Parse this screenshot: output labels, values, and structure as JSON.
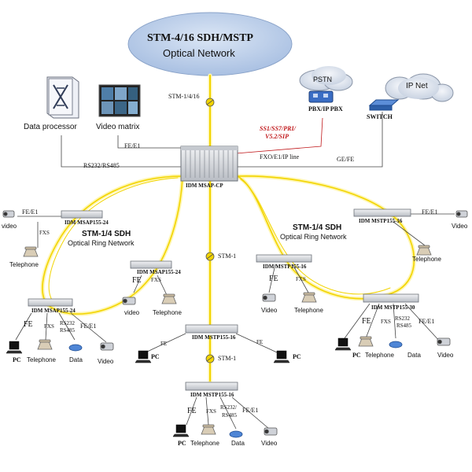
{
  "cloud_main": {
    "title": "STM-4/16  SDH/MSTP",
    "subtitle": "Optical Network"
  },
  "cloud_pstn": {
    "label": "PSTN"
  },
  "cloud_ipnet": {
    "label": "IP Net"
  },
  "labels": {
    "pbx": "PBX/IP PBX",
    "switch": "SWITCH",
    "data_processor": "Data processor",
    "video_matrix": "Video matrix",
    "stm_4_16": "STM-1/4/16",
    "ss7": "SS1/SS7/PRI/",
    "v52": "V5.2/SIP",
    "fxo_line": "FXO/E1/IP  line",
    "ge_fe": "GE/FE",
    "fe_e1_top": "FE/E1",
    "rs232_top": "RS232/RS485",
    "center_device": "IDM MSAP-CP",
    "left_ring_title": "STM-1/4 SDH",
    "left_ring_sub": "Optical Ring Network",
    "right_ring_title": "STM-1/4 SDH",
    "right_ring_sub": "Optical Ring Network",
    "stm1_a": "STM-1",
    "stm1_b": "STM-1"
  },
  "left_ring": {
    "top_device": "IDM MSAP155-24",
    "top_fe_e1": "FE/E1",
    "top_video": "video",
    "top_fxs": "FXS",
    "top_telephone": "Telephone",
    "mid_device": "IDM MSAP155-24",
    "mid_fe": "FE",
    "mid_fxs": "FXS",
    "mid_video": "video",
    "mid_telephone": "Telephone",
    "bot_device": "IDM MSAP155-24",
    "bot_fe": "FE",
    "bot_fxs": "FXS",
    "bot_rs": "RS232",
    "bot_rs2": "RS485",
    "bot_fe_e1": "FE/E1",
    "bot_pc": "PC",
    "bot_telephone": "Telephone",
    "bot_data": "Data",
    "bot_video": "Video"
  },
  "right_ring": {
    "top_device": "IDM MSTP155-16",
    "top_fe_e1": "FE/E1",
    "top_video": "Video",
    "top_telephone": "Telephone",
    "mid_device": "IDM MSTP155-16",
    "mid_fe": "FE",
    "mid_fxs": "FXS",
    "mid_video": "Video",
    "mid_telephone": "Telephone",
    "bot_device": "IDM MSTP155-30",
    "bot_fe": "FE",
    "bot_fxs": "FXS",
    "bot_rs": "RS232",
    "bot_rs2": "RS485",
    "bot_fe_e1": "FE/E1",
    "bot_pc": "PC",
    "bot_telephone": "Telephone",
    "bot_data": "Data",
    "bot_video": "Video"
  },
  "chain": {
    "mid_device": "IDM MSTP155-16",
    "mid_fe_left": "FE",
    "mid_fe_right": "FE",
    "mid_pc_left": "PC",
    "mid_pc_right": "PC",
    "bot_device": "IDM MSTP155-16",
    "bot_fe": "FE",
    "bot_fxs": "FXS",
    "bot_rs": "RS232/",
    "bot_rs2": "RS485",
    "bot_fe_e1": "FE/E1",
    "bot_pc": "PC",
    "bot_telephone": "Telephone",
    "bot_data": "Data",
    "bot_video": "Video"
  },
  "colors": {
    "fiber": "#f2d400",
    "fiber_glow": "#fff6b0",
    "cloud": "#b7cbe6",
    "cloud_edge": "#7f9ac3",
    "device": "#dcdfe4",
    "line": "#333333",
    "red_text": "#c0181b"
  }
}
